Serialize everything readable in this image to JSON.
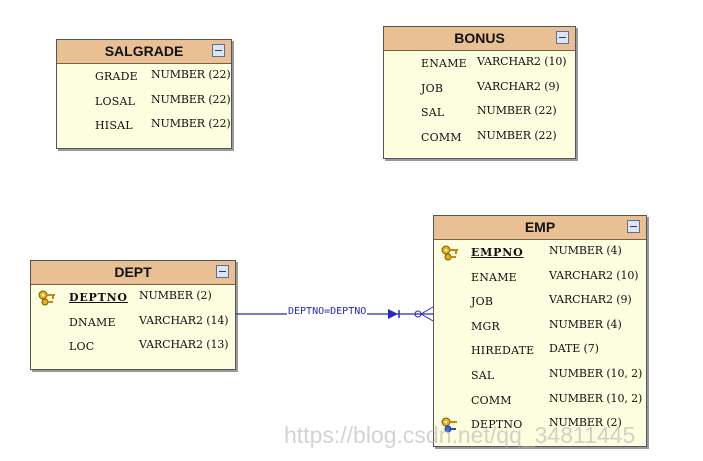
{
  "entities": {
    "salgrade": {
      "title": "SALGRADE",
      "columns": [
        {
          "name": "GRADE",
          "type": "NUMBER (22)"
        },
        {
          "name": "LOSAL",
          "type": "NUMBER (22)"
        },
        {
          "name": "HISAL",
          "type": "NUMBER (22)"
        }
      ]
    },
    "bonus": {
      "title": "BONUS",
      "columns": [
        {
          "name": "ENAME",
          "type": "VARCHAR2 (10)"
        },
        {
          "name": "JOB",
          "type": "VARCHAR2 (9)"
        },
        {
          "name": "SAL",
          "type": "NUMBER (22)"
        },
        {
          "name": "COMM",
          "type": "NUMBER (22)"
        }
      ]
    },
    "dept": {
      "title": "DEPT",
      "columns": [
        {
          "name": "DEPTNO",
          "type": "NUMBER (2)",
          "key": "primary"
        },
        {
          "name": "DNAME",
          "type": "VARCHAR2 (14)"
        },
        {
          "name": "LOC",
          "type": "VARCHAR2 (13)"
        }
      ]
    },
    "emp": {
      "title": "EMP",
      "columns": [
        {
          "name": "EMPNO",
          "type": "NUMBER (4)",
          "key": "primary"
        },
        {
          "name": "ENAME",
          "type": "VARCHAR2 (10)"
        },
        {
          "name": "JOB",
          "type": "VARCHAR2 (9)"
        },
        {
          "name": "MGR",
          "type": "NUMBER (4)"
        },
        {
          "name": "HIREDATE",
          "type": "DATE (7)"
        },
        {
          "name": "SAL",
          "type": "NUMBER (10, 2)"
        },
        {
          "name": "COMM",
          "type": "NUMBER (10, 2)"
        },
        {
          "name": "DEPTNO",
          "type": "NUMBER (2)",
          "key": "foreign"
        }
      ]
    }
  },
  "relationship": {
    "label": "DEPTNO=DEPTNO",
    "from": "DEPT",
    "to": "EMP",
    "color": "#2a2ab8"
  },
  "colors": {
    "header": "#e8c094",
    "body": "#fdfde0",
    "border": "#555555"
  },
  "watermark": "https://blog.csdn.net/qq_34811445"
}
